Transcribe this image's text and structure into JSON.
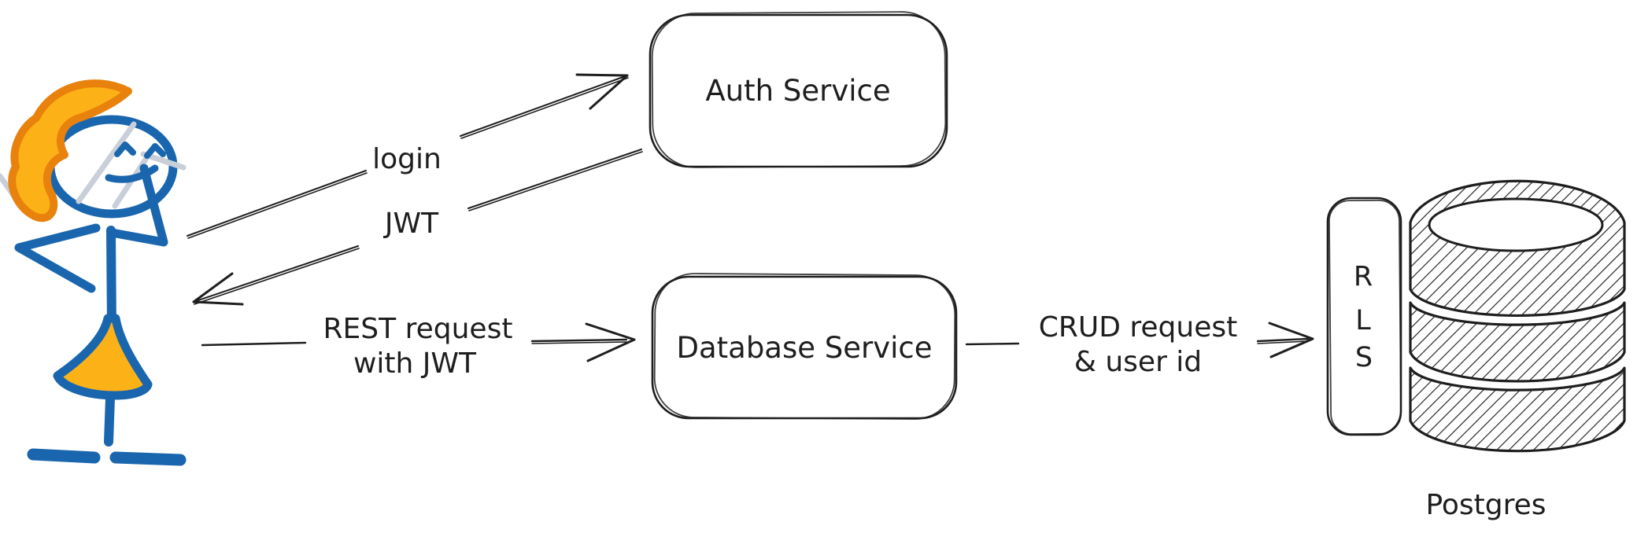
{
  "diagram": {
    "type": "sketch-architecture",
    "nodes": {
      "user": {
        "icon": "stick-figure-user-icon"
      },
      "auth_service": {
        "label": "Auth Service"
      },
      "database_service": {
        "label": "Database Service"
      },
      "rls": {
        "label": "RLS",
        "letters": [
          "R",
          "L",
          "S"
        ]
      },
      "postgres": {
        "caption": "Postgres",
        "icon": "database-cylinder-icon"
      }
    },
    "edges": {
      "login": {
        "label": "login",
        "from": "user",
        "to": "auth_service"
      },
      "jwt": {
        "label": "JWT",
        "from": "auth_service",
        "to": "user"
      },
      "rest_request": {
        "lines": [
          "REST request",
          "with JWT"
        ],
        "from": "user",
        "to": "database_service"
      },
      "crud_request": {
        "lines": [
          "CRUD request",
          "& user id"
        ],
        "from": "database_service",
        "to": "rls"
      }
    },
    "colors": {
      "ink": "#1e1e1e",
      "person_blue": "#1a66ae",
      "hair_orange_stroke": "#e8820d",
      "hair_orange_fill": "#fcb216",
      "face_highlight_gray": "#c9cfd8",
      "background": "#ffffff"
    }
  }
}
